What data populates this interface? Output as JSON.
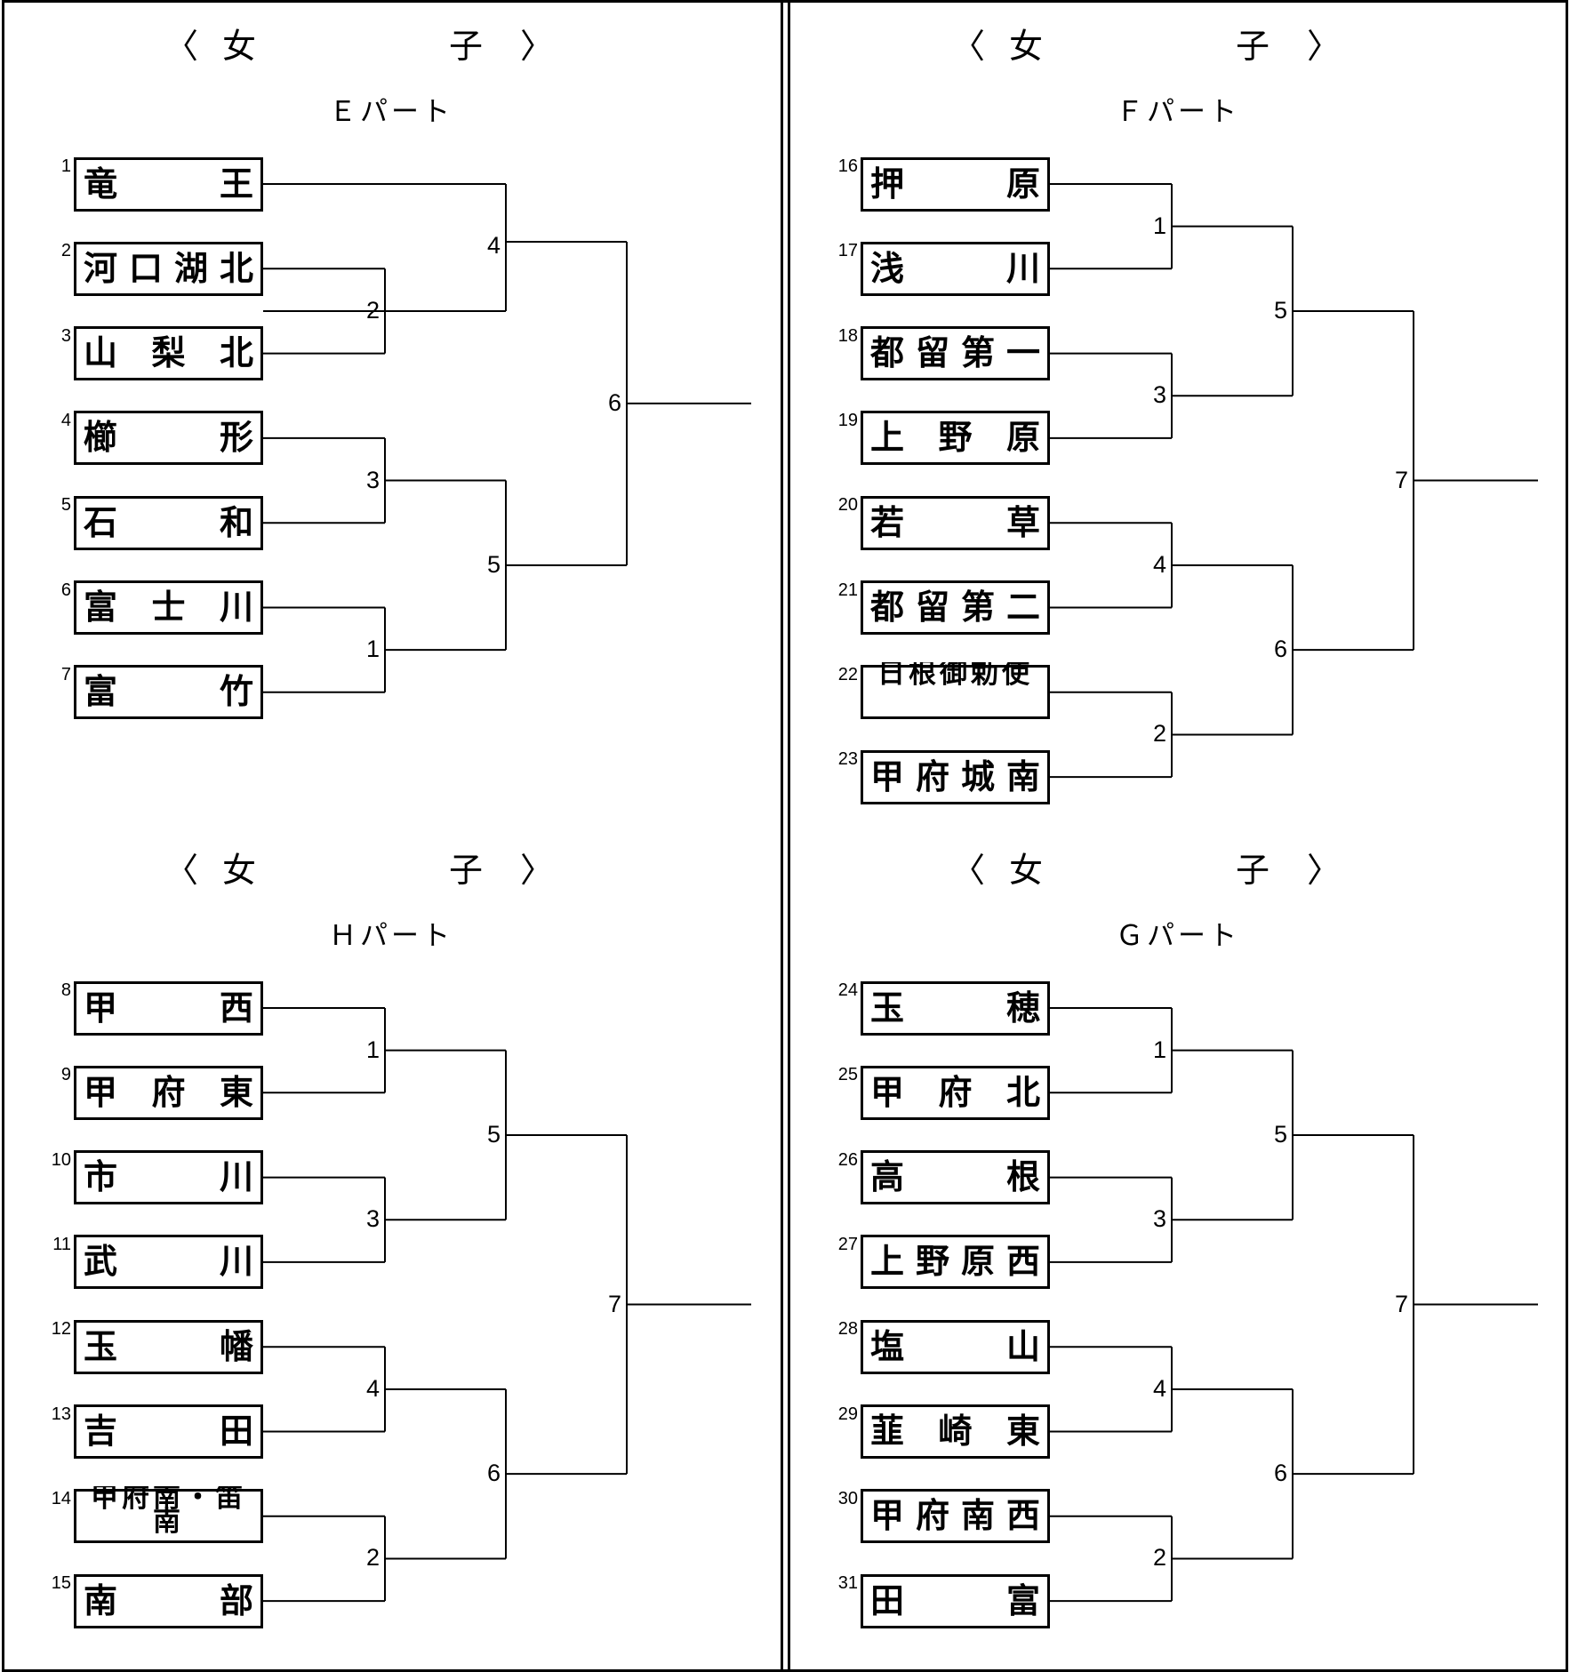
{
  "panels": [
    {
      "id": "E",
      "col": 0,
      "row": 0,
      "title": [
        "〈",
        "女",
        "子",
        "〉"
      ],
      "part_name": "Ｅパート",
      "teams": [
        {
          "seed": "1",
          "name": "竜王"
        },
        {
          "seed": "2",
          "name": "河口湖北"
        },
        {
          "seed": "3",
          "name": "山梨北"
        },
        {
          "seed": "4",
          "name": "櫛形"
        },
        {
          "seed": "5",
          "name": "石和"
        },
        {
          "seed": "6",
          "name": "富士川"
        },
        {
          "seed": "7",
          "name": "富竹"
        }
      ],
      "matches": {
        "r1": [
          "2",
          "3",
          "1"
        ],
        "qf_top": "4",
        "qf_bottom": "5",
        "final": "6"
      }
    },
    {
      "id": "F",
      "col": 1,
      "row": 0,
      "title": [
        "〈",
        "女",
        "子",
        "〉"
      ],
      "part_name": "Ｆパート",
      "teams": [
        {
          "seed": "16",
          "name": "押原"
        },
        {
          "seed": "17",
          "name": "浅川"
        },
        {
          "seed": "18",
          "name": "都留第一"
        },
        {
          "seed": "19",
          "name": "上野原"
        },
        {
          "seed": "20",
          "name": "若草"
        },
        {
          "seed": "21",
          "name": "都留第二"
        },
        {
          "seed": "22",
          "name": "日根御勅使"
        },
        {
          "seed": "23",
          "name": "甲府城南"
        }
      ],
      "matches": {
        "r1": [
          "1",
          "3",
          "4",
          "2"
        ],
        "r2": [
          "5",
          "6"
        ],
        "final": "7"
      }
    },
    {
      "id": "H",
      "col": 0,
      "row": 1,
      "title": [
        "〈",
        "女",
        "子",
        "〉"
      ],
      "part_name": "Ｈパート",
      "teams": [
        {
          "seed": "8",
          "name": "甲西"
        },
        {
          "seed": "9",
          "name": "甲府東"
        },
        {
          "seed": "10",
          "name": "市川"
        },
        {
          "seed": "11",
          "name": "武川"
        },
        {
          "seed": "12",
          "name": "玉幡"
        },
        {
          "seed": "13",
          "name": "吉田"
        },
        {
          "seed": "14",
          "name": "甲府南・笛南"
        },
        {
          "seed": "15",
          "name": "南部"
        }
      ],
      "matches": {
        "r1": [
          "1",
          "3",
          "4",
          "2"
        ],
        "r2": [
          "5",
          "6"
        ],
        "final": "7"
      }
    },
    {
      "id": "G",
      "col": 1,
      "row": 1,
      "title": [
        "〈",
        "女",
        "子",
        "〉"
      ],
      "part_name": "Ｇパート",
      "teams": [
        {
          "seed": "24",
          "name": "玉穂"
        },
        {
          "seed": "25",
          "name": "甲府北"
        },
        {
          "seed": "26",
          "name": "高根"
        },
        {
          "seed": "27",
          "name": "上野原西"
        },
        {
          "seed": "28",
          "name": "塩山"
        },
        {
          "seed": "29",
          "name": "韮崎東"
        },
        {
          "seed": "30",
          "name": "甲府南西"
        },
        {
          "seed": "31",
          "name": "田富"
        }
      ],
      "matches": {
        "r1": [
          "1",
          "3",
          "4",
          "2"
        ],
        "r2": [
          "5",
          "6"
        ],
        "final": "7"
      }
    }
  ]
}
